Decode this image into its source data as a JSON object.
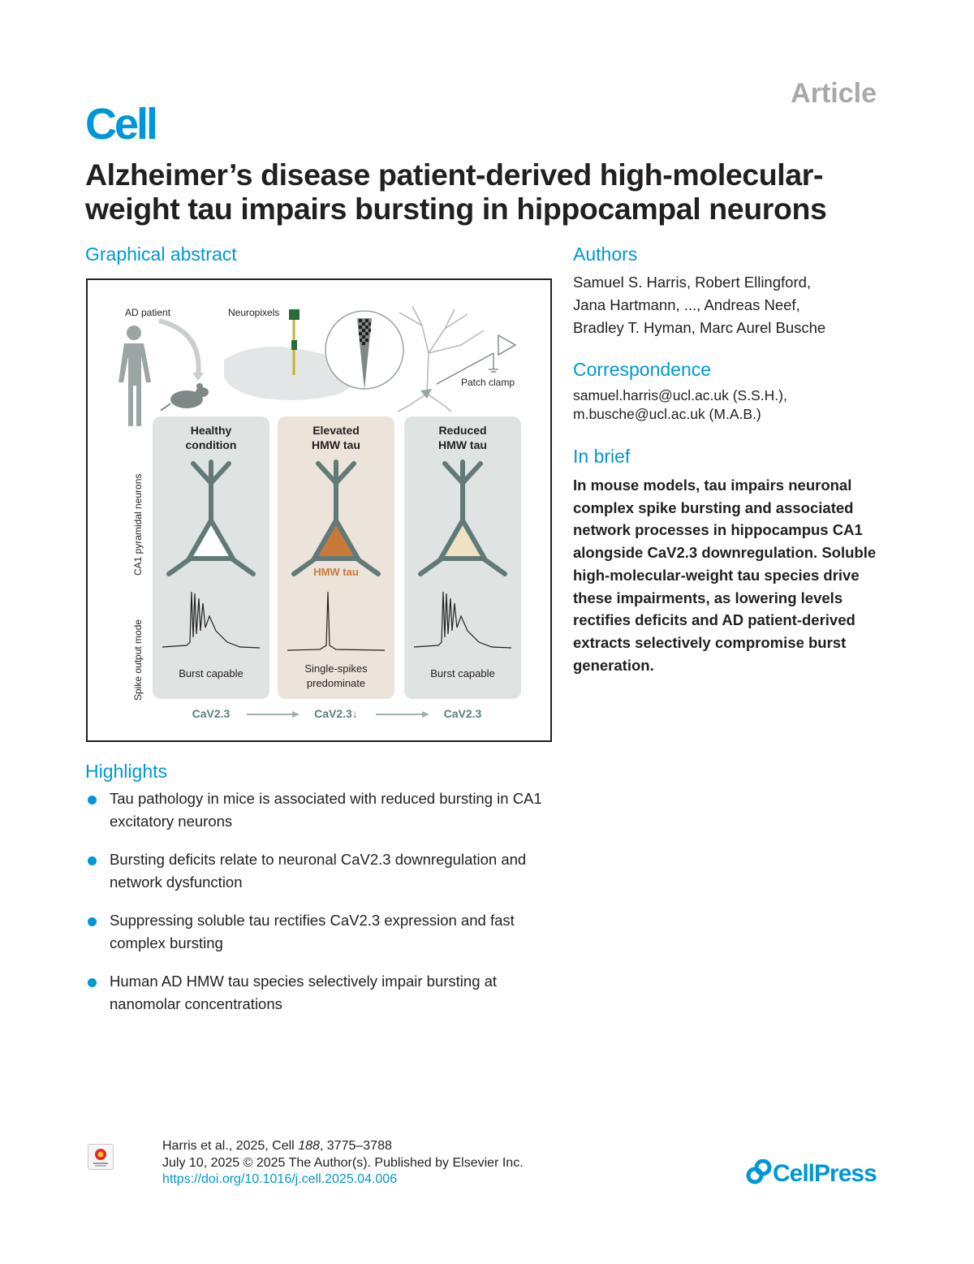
{
  "header": {
    "article_label": "Article",
    "journal": "Cell",
    "title": "Alzheimer’s disease patient-derived high-molecular-weight tau impairs bursting in hippocampal neurons"
  },
  "graphical_abstract": {
    "heading": "Graphical abstract",
    "labels": {
      "ad_patient": "AD patient",
      "neuropixels": "Neuropixels",
      "patch_clamp": "Patch clamp",
      "row_neurons": "CA1 pyramidal neurons",
      "row_spikes": "Spike output mode",
      "hmw_tau_marker": "HMW tau"
    },
    "panels": [
      {
        "title_1": "Healthy",
        "title_2": "condition",
        "output_1": "Burst capable",
        "output_2": "",
        "soma_color": "#ffffff",
        "bg": "#dfe4e3"
      },
      {
        "title_1": "Elevated",
        "title_2": "HMW tau",
        "output_1": "Single-spikes",
        "output_2": "predominate",
        "soma_color": "#c87938",
        "bg": "#ece4da"
      },
      {
        "title_1": "Reduced",
        "title_2": "HMW tau",
        "output_1": "Burst capable",
        "output_2": "",
        "soma_color": "#efe2c4",
        "bg": "#dfe4e3"
      }
    ],
    "channel_labels": [
      "CaV2.3",
      "CaV2.3↓",
      "CaV2.3"
    ],
    "colors": {
      "neuron": "#617a78",
      "accent_tau": "#c87938",
      "teal_text": "#58807c"
    }
  },
  "authors": {
    "heading": "Authors",
    "lines": [
      "Samuel S. Harris, Robert Ellingford,",
      "Jana Hartmann, ..., Andreas Neef,",
      "Bradley T. Hyman, Marc Aurel Busche"
    ]
  },
  "correspondence": {
    "heading": "Correspondence",
    "lines": [
      "samuel.harris@ucl.ac.uk (S.S.H.),",
      "m.busche@ucl.ac.uk (M.A.B.)"
    ]
  },
  "in_brief": {
    "heading": "In brief",
    "text": "In mouse models, tau impairs neuronal complex spike bursting and associated network processes in hippocampus CA1 alongside CaV2.3 downregulation. Soluble high-molecular-weight tau species drive these impairments, as lowering levels rectifies deficits and AD patient-derived extracts selectively compromise burst generation."
  },
  "highlights": {
    "heading": "Highlights",
    "items": [
      "Tau pathology in mice is associated with reduced bursting in CA1 excitatory neurons",
      "Bursting deficits relate to neuronal CaV2.3 downregulation and network dysfunction",
      "Suppressing soluble tau rectifies CaV2.3 expression and fast complex bursting",
      "Human AD HMW tau species selectively impair bursting at nanomolar concentrations"
    ]
  },
  "footer": {
    "citation_prefix": "Harris et al., 2025, Cell ",
    "volume": "188",
    "pages": ", 3775–3788",
    "date_line": "July 10, 2025 © 2025 The Author(s). Published by Elsevier Inc.",
    "doi": "https://doi.org/10.1016/j.cell.2025.04.006",
    "publisher": "CellPress",
    "check_updates_icon": "check-for-updates-icon"
  }
}
